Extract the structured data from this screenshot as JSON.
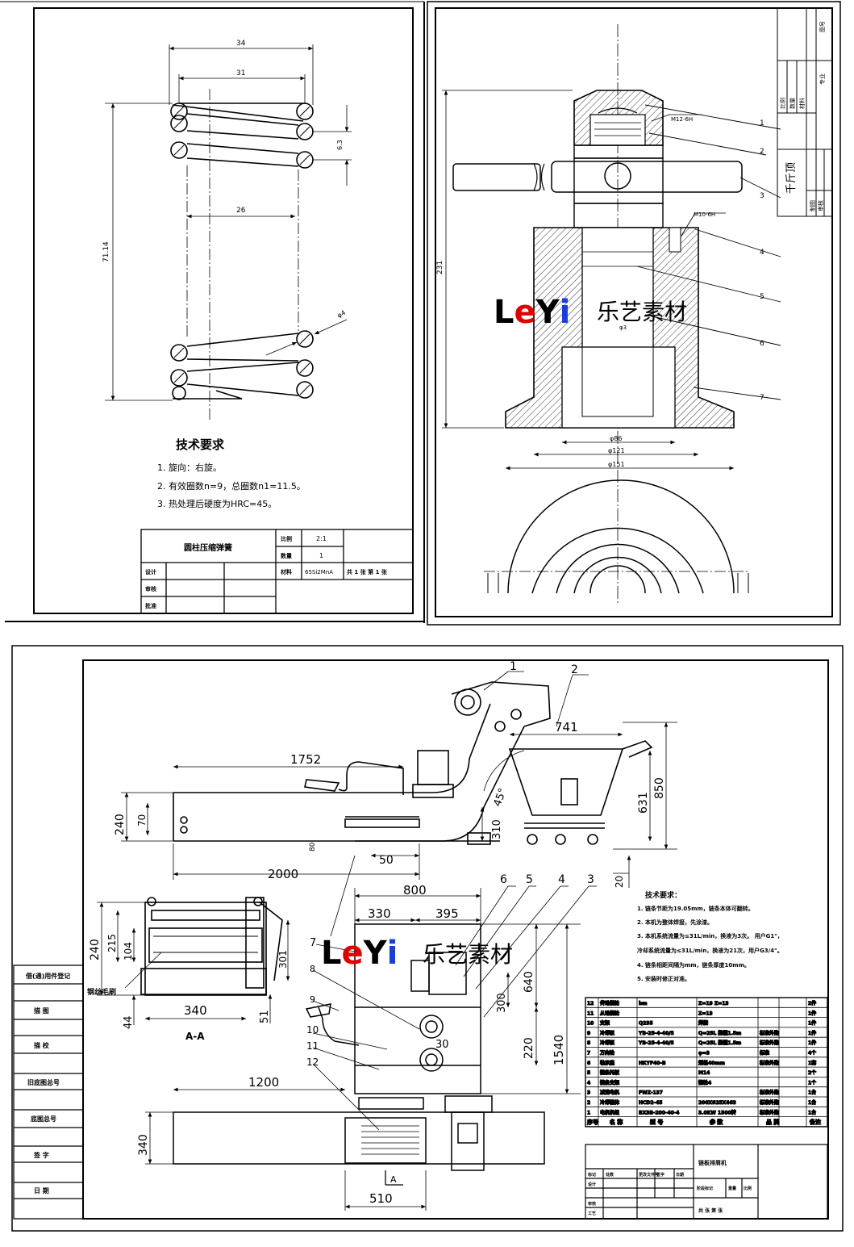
{
  "sheet1": {
    "dims": {
      "d34": "34",
      "d31": "31",
      "d26": "26",
      "d63": "6.3",
      "dvert": "71.14",
      "d4": "φ4"
    },
    "tech": {
      "title": "技术要求",
      "items": [
        "1. 旋向：右旋。",
        "2. 有效圈数n=9，总圈数n1=11.5。",
        "3. 热处理后硬度为HRC=45。"
      ]
    },
    "titleblock": {
      "name": "圆柱压缩弹簧",
      "scale_label": "比例",
      "scale": "2:1",
      "qty_label": "数量",
      "qty": "1",
      "mat_label": "材料",
      "mat": "65Si2MnA",
      "sheets": "共 1 张  第 1 张",
      "r1": "设计",
      "r2": "审核",
      "r3": "批准"
    }
  },
  "sheet2": {
    "callouts": [
      "1",
      "2",
      "3",
      "4",
      "5",
      "6",
      "7"
    ],
    "thread1": "M12-6H",
    "thread2": "M10-6H",
    "dims": {
      "h": "231",
      "d1": "φ86",
      "d2": "φ121",
      "d3": "φ151",
      "d4": "φ3"
    },
    "titleblock": {
      "title": "千斤顶",
      "c1": "比例",
      "c2": "数量",
      "c3": "材料",
      "c4": "专业",
      "c5": "图号",
      "c6": "制图",
      "c7": "审核"
    }
  },
  "sheet3": {
    "callouts": {
      "c1": "1",
      "c2": "2",
      "c3": "3",
      "c4": "4",
      "c5": "5",
      "c6": "6",
      "c7": "7",
      "c8": "8",
      "c9": "9",
      "c10": "10",
      "c11": "11",
      "c12": "12"
    },
    "dims": {
      "d1752": "1752",
      "d741": "741",
      "d850": "850",
      "d631": "631",
      "d240": "240",
      "d70": "70",
      "d80": "80",
      "d50": "50",
      "d310": "310",
      "d2000": "2000",
      "d20": "20",
      "d800": "800",
      "d330": "330",
      "d395": "395",
      "d640": "640",
      "d300": "300",
      "d220": "220",
      "d1540": "1540",
      "d215": "215",
      "d104": "104",
      "d340a": "340",
      "d44": "44",
      "d51": "51",
      "d301": "301",
      "d1200": "1200",
      "d340b": "340",
      "d510": "510",
      "d30": "30",
      "angle": "45°"
    },
    "section": "A-A",
    "secmark": "A",
    "leftlabel": "钢丝毛刷",
    "side": [
      "借(通)用件登记",
      "描  图",
      "描  校",
      "旧底图总号",
      "底图总号",
      "签  字",
      "日  期"
    ],
    "tech": {
      "title": "技术要求：",
      "items": [
        "1. 链条节距为19.05mm，链条本体可翻转。",
        "2. 本机为整体焊接，先涂漆。",
        "3. 本机系统流量为≤31L/min，换液为3次。 用户G1\"，",
        "    冷却系统流量为≤31L/min，换液为21次，用户G3/4\"。",
        "4. 链条相距间隔为mm，链条厚度10mm。",
        "5. 安装时修正对准。"
      ]
    },
    "bom": [
      [
        "12",
        "传动链轮",
        "bm",
        "Z=19 Z=13",
        "",
        "2件"
      ],
      [
        "11",
        "从动链轮",
        "",
        "Z=13",
        "",
        "1件"
      ],
      [
        "10",
        "支架",
        "Q235",
        "焊接",
        "",
        "1件"
      ],
      [
        "9",
        "冷却泵",
        "YB-25-4-40/5",
        "Q=25L 扬程1.5m",
        "标准外购",
        "1件"
      ],
      [
        "8",
        "冷却泵",
        "YB-25-4-40/5",
        "Q=25L 扬程1.5m",
        "标准外购",
        "1件"
      ],
      [
        "7",
        "万向轮",
        "",
        "φ=3",
        "标准",
        "4个"
      ],
      [
        "6",
        "轴承座",
        "HKYF40-B",
        "规格40mm",
        "标准外购",
        "1套"
      ],
      [
        "5",
        "链条托板",
        "",
        "M14",
        "",
        "2个"
      ],
      [
        "4",
        "链条支架",
        "",
        "链轮4",
        "",
        "1个"
      ],
      [
        "3",
        "减速电机",
        "FWZ-137",
        "",
        "标准外购",
        "1台"
      ],
      [
        "2",
        "冷却箱体",
        "HCD2-45",
        "200X625X463",
        "标准外购",
        "1台"
      ],
      [
        "1",
        "电机机组",
        "BX3B-200-40-4",
        "3.0KW 1500转",
        "标准外购",
        "1台"
      ]
    ],
    "bomhead": [
      "序号",
      "名  称",
      "型  号",
      "参  数",
      "品  牌",
      "备注"
    ],
    "titleblock": {
      "name": "链板排屑机",
      "c1": "标记",
      "c2": "处数",
      "c3": "更改文件号",
      "c4": "签字",
      "c5": "日期",
      "c6": "设计",
      "c7": "审核",
      "c8": "工艺",
      "c9": "阶段标记",
      "c10": "重量",
      "c11": "比例",
      "c12": "共 张 第 张"
    }
  },
  "watermark": {
    "brand": "LeYi",
    "text": "乐艺素材"
  },
  "colors": {
    "ink": "#000000",
    "watermark_e": "#e00000",
    "watermark_i": "#1a3ed8"
  }
}
